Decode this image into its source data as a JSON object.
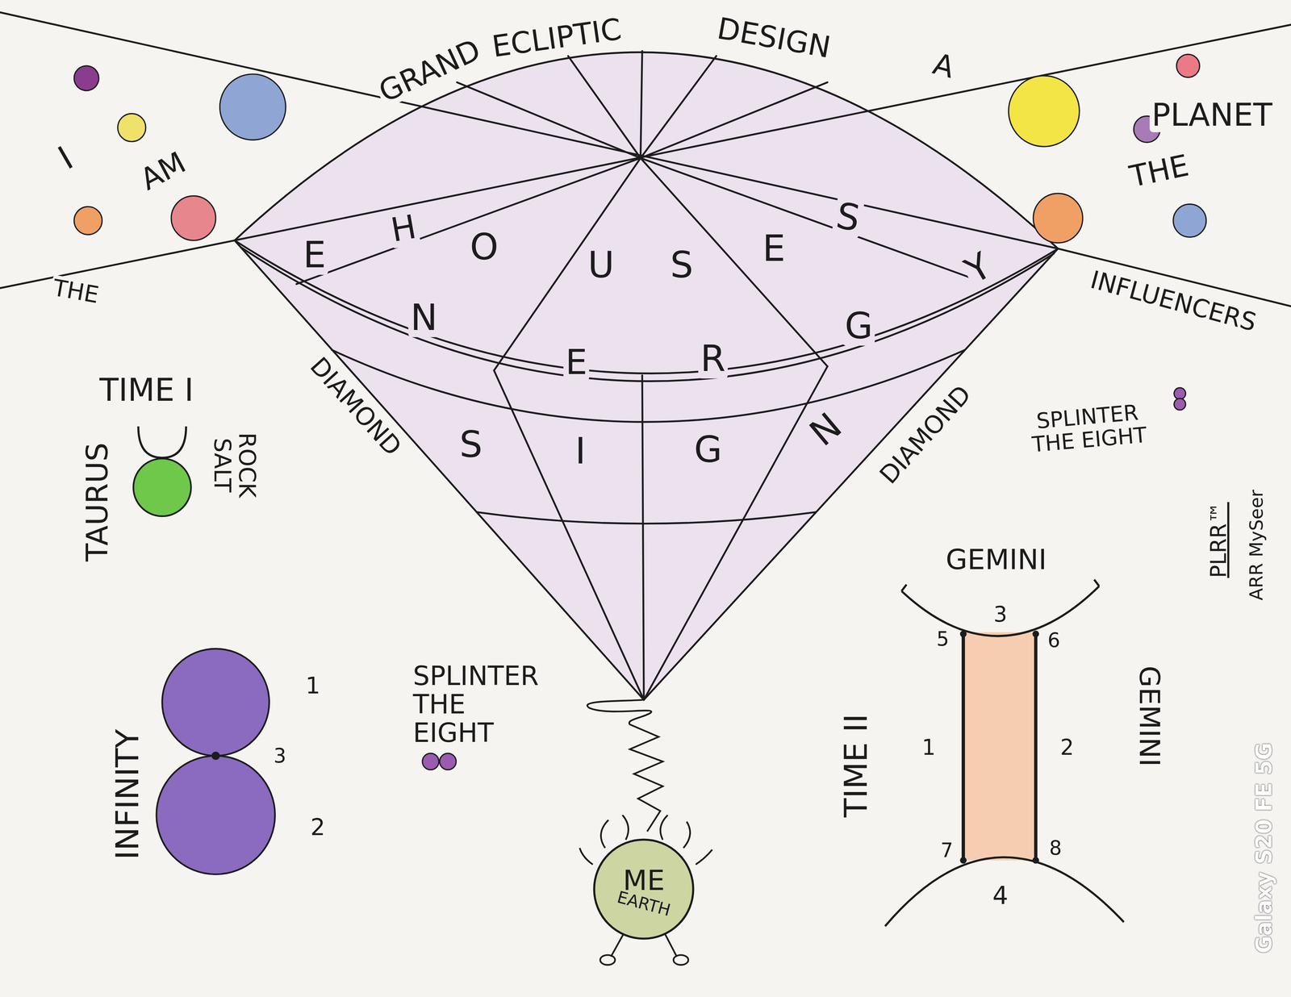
{
  "diagram": {
    "nodes": [
      {
        "text": [
          "ME",
          "EARTH"
        ]
      }
    ],
    "labels": [
      "I",
      "AM",
      "THE",
      "GRAND",
      "ECLIPTIC",
      "DESIGN",
      "A",
      "PLANET",
      "THE",
      "INFLUENCERS",
      "E",
      "H",
      "O",
      "U",
      "S",
      "E",
      "S",
      "Y",
      "N",
      "E",
      "R",
      "G",
      "S",
      "I",
      "G",
      "N",
      "DIAMOND",
      "DIAMOND",
      "TIME I",
      "TAURUS",
      "ROCK SALT",
      "SPLINTER THE EIGHT",
      "PLRR™",
      "ARR MySeer",
      "GEMINI",
      "GEMINI",
      "TIME II",
      "3",
      "5",
      "6",
      "1",
      "2",
      "7",
      "8",
      "4",
      "INFINITY",
      "1",
      "3",
      "2",
      "SPLINTER THE EIGHT",
      "Galaxy S20 FE 5G"
    ]
  }
}
